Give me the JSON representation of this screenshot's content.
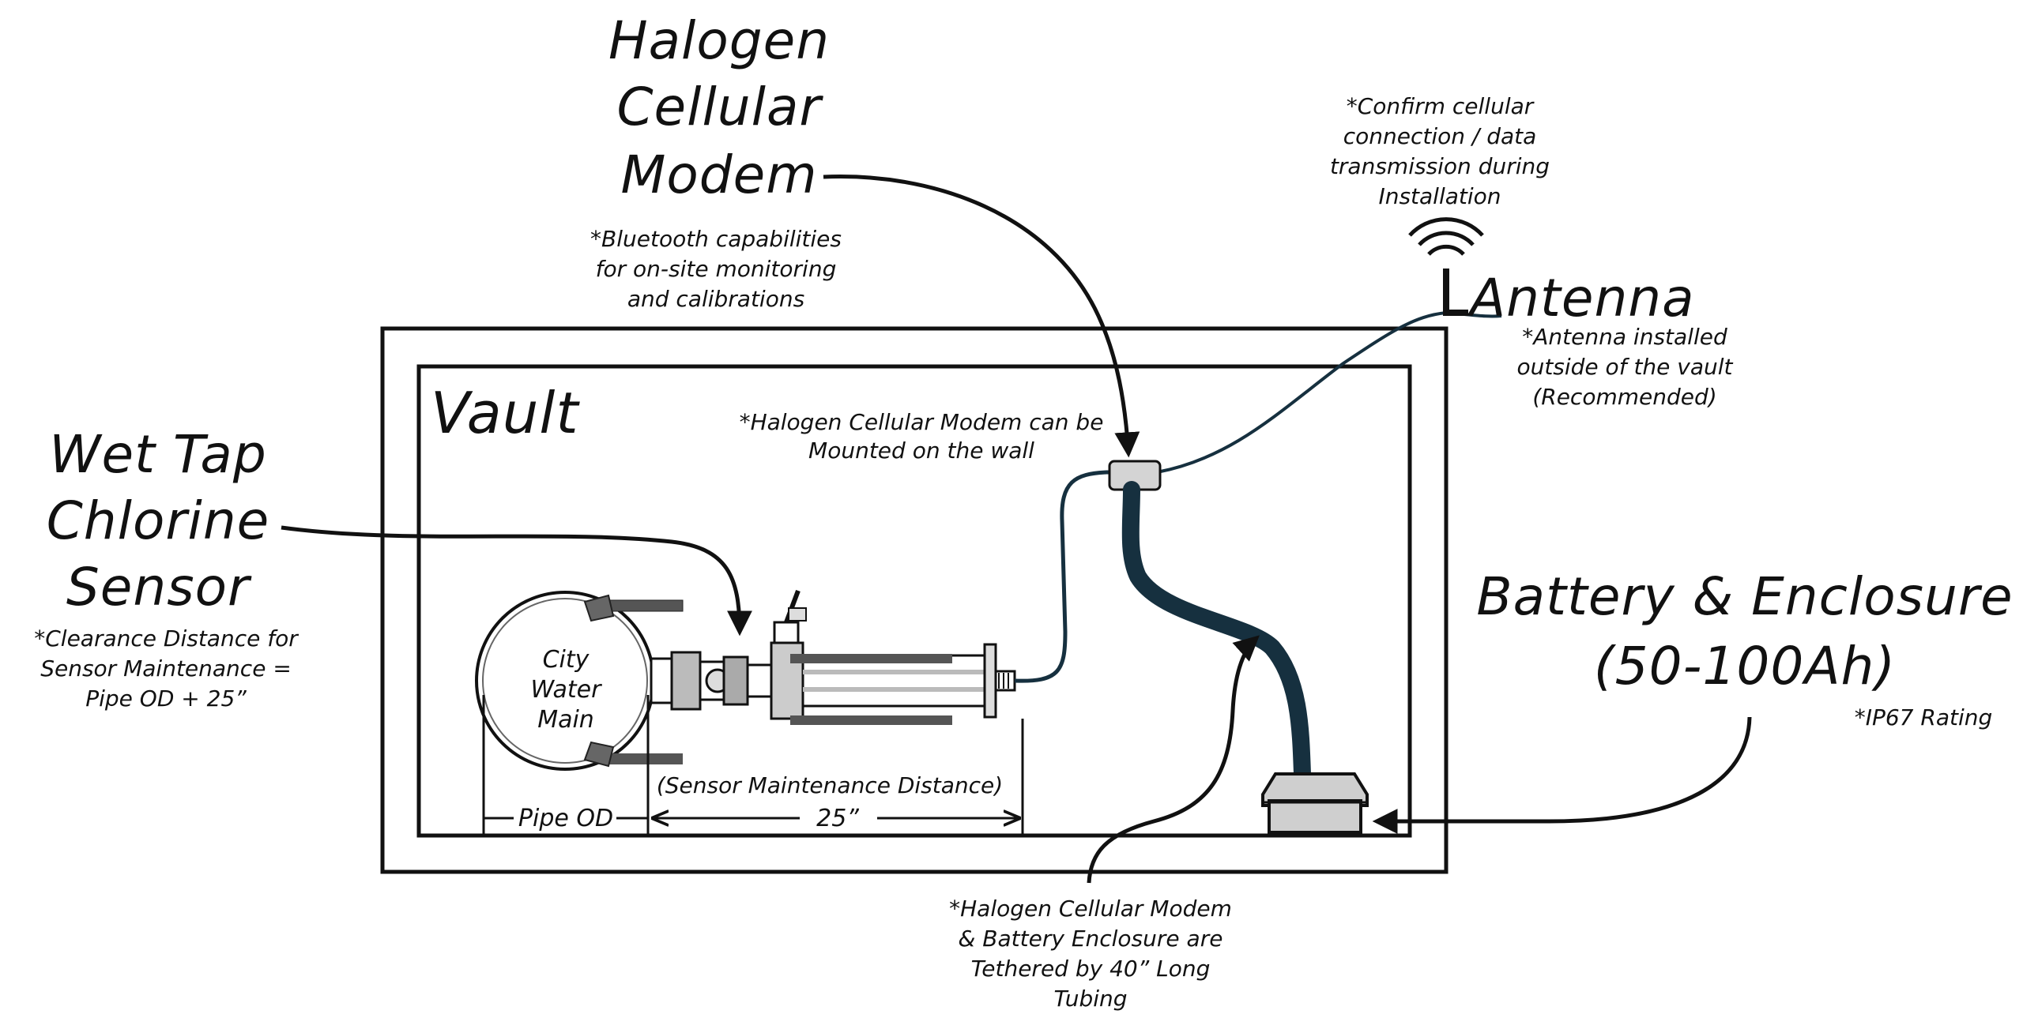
{
  "titles": {
    "modem_line1": "Halogen",
    "modem_line2": "Cellular",
    "modem_line3": "Modem",
    "antenna": "Antenna",
    "sensor_line1": "Wet Tap",
    "sensor_line2": "Chlorine",
    "sensor_line3": "Sensor",
    "battery_line1": "Battery & Enclosure",
    "battery_line2": "(50-100Ah)",
    "vault": "Vault"
  },
  "notes": {
    "bluetooth": [
      "*Bluetooth capabilities",
      "for on-site monitoring",
      "and calibrations"
    ],
    "confirm": [
      "*Confirm cellular",
      "connection / data",
      "transmission during",
      "Installation"
    ],
    "antenna": [
      "*Antenna installed",
      "outside of the vault",
      "(Recommended)"
    ],
    "clearance": [
      "*Clearance Distance for",
      "Sensor Maintenance =",
      "Pipe OD + 25”"
    ],
    "ip67": "*IP67 Rating",
    "wall": [
      "*Halogen Cellular Modem can be",
      "Mounted on the wall"
    ],
    "tether": [
      "*Halogen Cellular Modem",
      "& Battery Enclosure are",
      "Tethered by 40” Long",
      "Tubing"
    ]
  },
  "labels": {
    "city": [
      "City",
      "Water",
      "Main"
    ],
    "maintenance_distance": "(Sensor Maintenance Distance)",
    "pipe_od": "Pipe OD",
    "distance_25": "25”"
  },
  "colors": {
    "ink": "#111111",
    "cable": "#16303f",
    "modem_box": "#d4d4d4",
    "battery_box": "#cfcfcf",
    "sensor_metal": "#b8b8b8"
  }
}
